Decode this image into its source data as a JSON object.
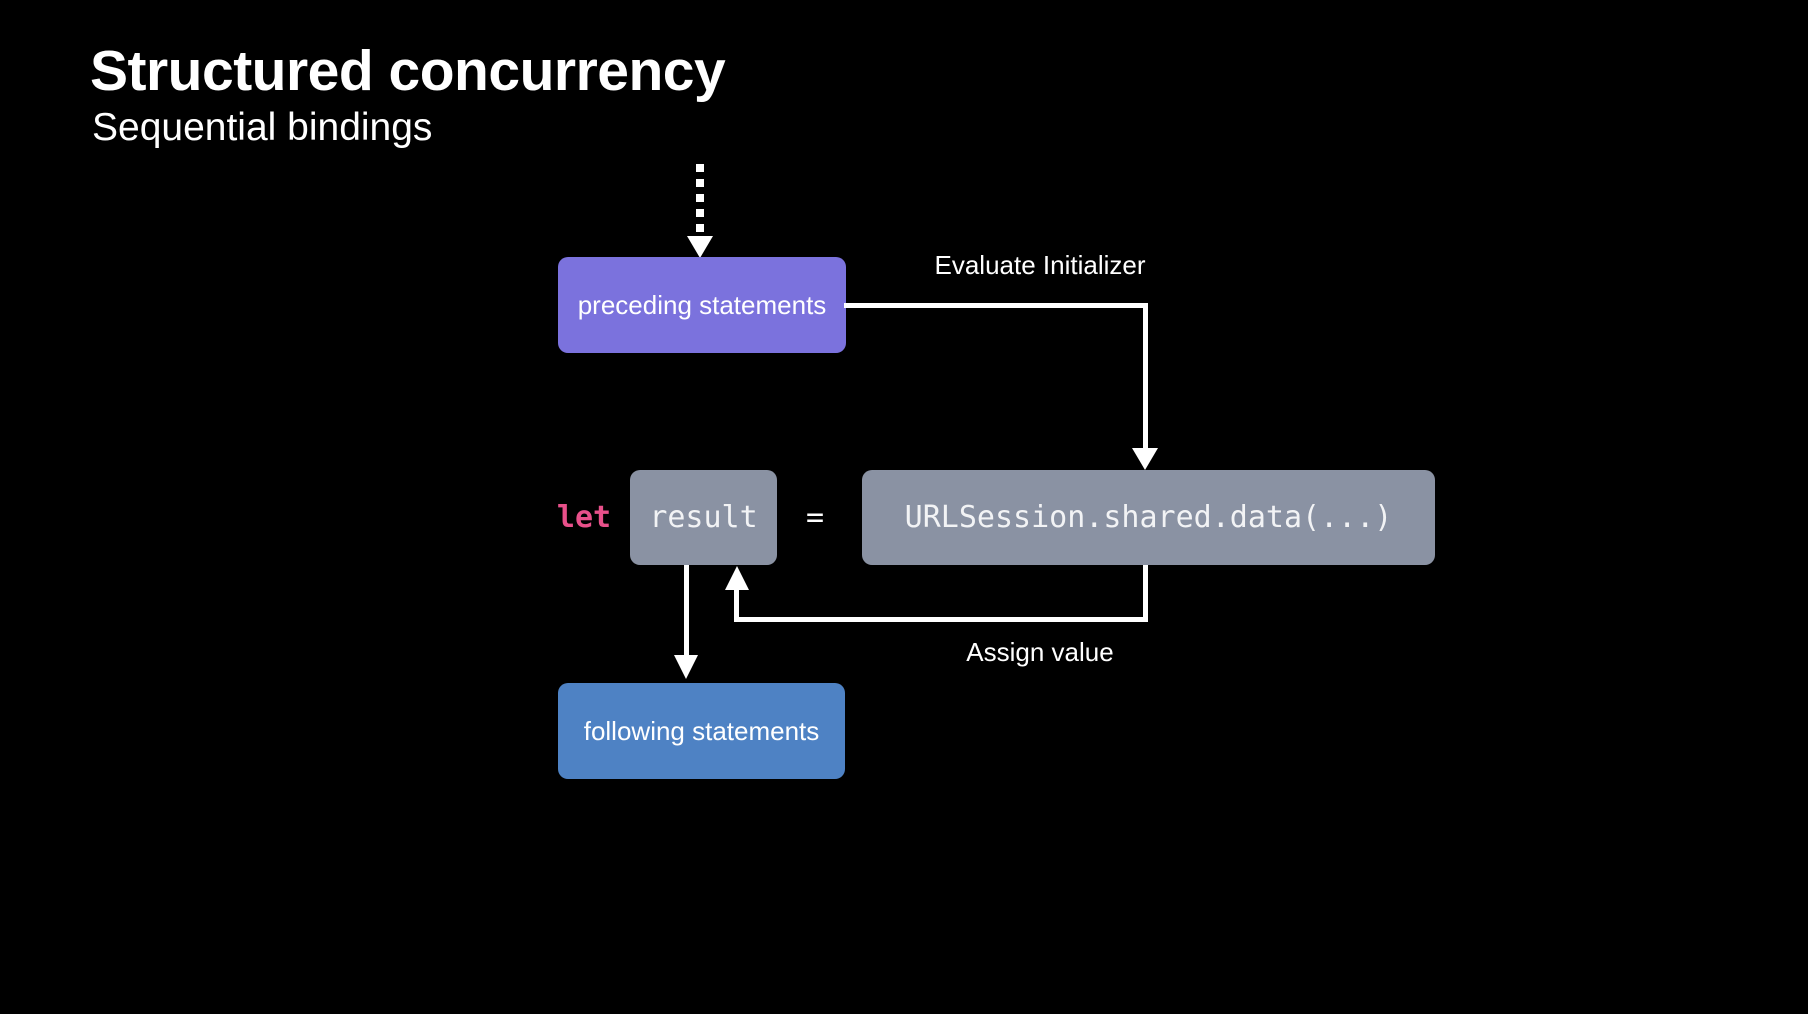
{
  "slide": {
    "title": "Structured concurrency",
    "subtitle": "Sequential bindings",
    "background_color": "#000000",
    "text_color": "#ffffff"
  },
  "diagram": {
    "arrow_color": "#ffffff",
    "nodes": {
      "preceding": {
        "label": "preceding statements",
        "fill": "#7b72dd",
        "text_color": "#ffffff"
      },
      "result": {
        "label": "result",
        "fill": "#8a92a3",
        "text_color": "#f2f3f5"
      },
      "initializer": {
        "label": "URLSession.shared.data(...)",
        "fill": "#8a92a3",
        "text_color": "#f2f3f5"
      },
      "following": {
        "label": "following statements",
        "fill": "#4e82c4",
        "text_color": "#ffffff"
      }
    },
    "code": {
      "keyword": "let",
      "keyword_color": "#e8508a",
      "operator": "="
    },
    "labels": {
      "evaluate": "Evaluate Initializer",
      "assign": "Assign value"
    }
  }
}
